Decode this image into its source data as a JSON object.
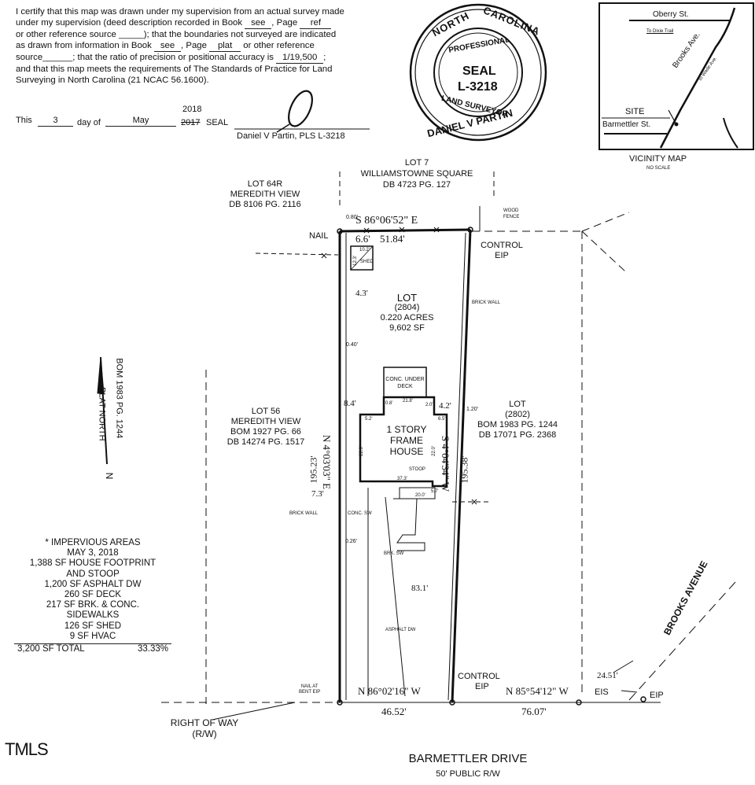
{
  "certification": {
    "line1": "I certify that this map was drawn under my supervision from an actual survey made",
    "line2_a": "under my supervision (deed description recorded in Book",
    "book1": "see",
    "line2_b": ", Page",
    "page1": "ref",
    "line3": "or other reference source _____); that the boundaries not surveyed are indicated",
    "line4_a": "as drawn from information in Book",
    "book2": "see",
    "line4_b": ", Page",
    "page2": "plat",
    "line4_c": "or other reference",
    "line5_a": "source______; that the ratio of precision or positional accuracy is",
    "ratio": "1/19,500",
    "line5_b": ";",
    "line6": "and that this map meets the requirements of The Standards of Practice for Land",
    "line7": "Surveying in North Carolina (21 NCAC 56.1600).",
    "this": "This",
    "day": "3",
    "day_of": "day of",
    "month": "May",
    "year_struck": "2017",
    "year_written": "2018",
    "seal_word": "SEAL",
    "surveyor": "Daniel V Partin, PLS  L-3218"
  },
  "seal": {
    "top_arc": "NORTH CAROLINA",
    "professional": "PROFESSIONAL",
    "seal_label": "SEAL",
    "license": "L-3218",
    "land_surveyor": "LAND SURVEYOR",
    "name_arc": "DANIEL V PARTIN"
  },
  "vicinity": {
    "oberry": "Oberry St.",
    "to_dixie": "To Dixie Trail",
    "brooks": "Brooks Ave.",
    "to_wade": "To Wade Ave.",
    "site": "SITE",
    "barmettler": "Barmettler St.",
    "title": "VICINITY MAP",
    "scale": "NO SCALE"
  },
  "labels": {
    "lot7": "LOT 7",
    "williamstowne": "WILLIAMSTOWNE SQUARE",
    "db4723": "DB 4723 PG. 127",
    "lot64r": "LOT 64R",
    "meredith1": "MEREDITH VIEW",
    "db8106": "DB 8106 PG. 2116",
    "wood_fence": "WOOD\nFENCE",
    "bearing_top": "S 86°06'52\" E",
    "top_offset": "0.80'",
    "nail": "NAIL",
    "dist_66": "6.6'",
    "dist_5184": "51.84'",
    "control_eip_top": "CONTROL",
    "eip_top": "EIP",
    "shed_w": "10.2'",
    "shed_h": "12.3'",
    "shed": "SHED",
    "dist_43": "4.3'",
    "lot_title": "LOT",
    "lot_num": "(2804)",
    "acres": "0.220 ACRES",
    "sf": "9,602 SF",
    "brick_wall_right": "BRICK WALL",
    "dist_040": "0.40'",
    "conc_under_deck": "CONC. UNDER\nDECK",
    "dist_84": "8.4'",
    "dist_42": "4.2'",
    "dist_120": "1.20'",
    "deck_w": "21.8'",
    "dist_52": "5.2'",
    "dist_65": "6.5'",
    "dist_20": "2.0'",
    "dist_08": "0.8'",
    "house1": "1 STORY",
    "house2": "FRAME",
    "house3": "HOUSE",
    "house_h_left": "22.0'",
    "house_h_right": "22.0'",
    "stoop": "STOOP",
    "dist_373": "37.3'",
    "dist_200": "20.0'",
    "dist_57": "5.7'",
    "lot2802_title": "LOT",
    "lot2802_num": "(2802)",
    "bom1983": "BOM 1983 PG. 1244",
    "db17071": "DB 17071 PG. 2368",
    "lot56": "LOT 56",
    "meredith2": "MEREDITH VIEW",
    "bom1927": "BOM 1927 PG. 66",
    "db14274": "DB 14274 PG. 1517",
    "bearing_left": "N 4°03'03\" E",
    "dist_19523": "195.23'",
    "bearing_right": "S 4°04'34\" W",
    "dist_19538": "195.38'",
    "dist_73": "7.3'",
    "brick_wall_left": "BRICK WALL",
    "conc_sw": "CONC. SW",
    "dist_026": "0.26'",
    "brk_sw": "BRK. SW",
    "dist_831": "83.1'",
    "asphalt_dw": "ASPHALT DW",
    "nail_bent": "NAIL AT\nBENT EIP",
    "bearing_bottom": "N 86°02'16\" W",
    "control_bottom": "CONTROL",
    "eip_bottom": "EIP",
    "bearing_bottom2": "N 85°54'12\" W",
    "eis": "EIS",
    "dist_2451": "24.51'",
    "eip_right": "EIP",
    "dist_4652": "46.52'",
    "dist_7607": "76.07'",
    "right_of_way": "RIGHT OF WAY",
    "rw": "(R/W)",
    "barmettler_drive": "BARMETTLER DRIVE",
    "public_rw": "50' PUBLIC R/W",
    "brooks_avenue": "BROOKS AVENUE",
    "plat_north": "PLAT NORTH",
    "bom_north": "BOM 1983 PG. 1244",
    "north_n": "N",
    "tmls": "TMLS"
  },
  "impervious": {
    "title1": "* IMPERVIOUS AREAS",
    "title2": "MAY 3, 2018",
    "items": [
      "1,388 SF HOUSE FOOTPRINT",
      "AND STOOP",
      "1,200 SF ASPHALT DW",
      "260 SF DECK",
      "217 SF BRK. & CONC.",
      "SIDEWALKS",
      "126 SF SHED",
      "9 SF HVAC"
    ],
    "total_label": "3,200 SF TOTAL",
    "total_pct": "33.33%"
  }
}
